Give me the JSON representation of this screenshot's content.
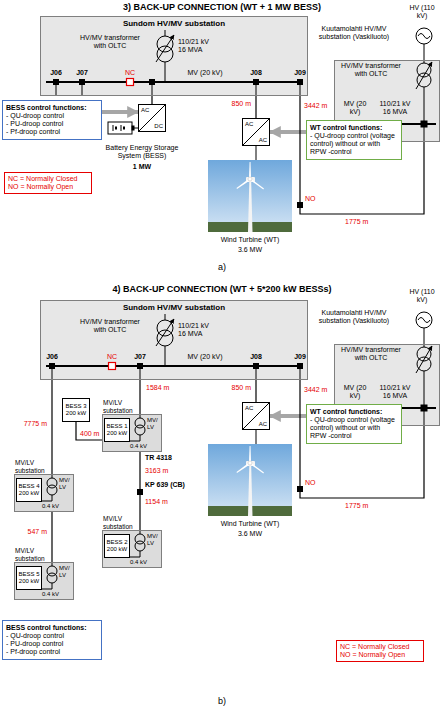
{
  "diagram": {
    "nodes": [
      {
        "text": [
          "Sundom HV/MV substation"
        ]
      },
      {
        "text": [
          "Kuutamolahti HV/MV substation (Vaskiluoto)"
        ]
      },
      {
        "text": [
          "BESS control functions:",
          "- QU-droop control",
          "- PU-droop control",
          "- Pf-droop control"
        ]
      },
      {
        "text": [
          "AC",
          "DC"
        ]
      },
      {
        "text": [
          "AC",
          "AC"
        ]
      },
      {
        "text": [
          "WT control functions:",
          "- QU-droop control (voltage control) without or with RPW -control"
        ]
      },
      {
        "text": [
          "NC = Normally Closed",
          "NO = Normally Open"
        ]
      },
      {
        "text": [
          "Sundom HV/MV substation"
        ]
      },
      {
        "text": [
          "Kuutamolahti HV/MV substation (Vaskiluoto)"
        ]
      },
      {
        "text": [
          "MV/LV substation"
        ]
      },
      {
        "text": [
          "BESS 4",
          "200 kW"
        ],
        "in": 9
      },
      {
        "text": [
          "MV/LV substation"
        ]
      },
      {
        "text": [
          "BESS 5",
          "200 kW"
        ],
        "in": 11
      },
      {
        "text": [
          "MV/LV substation"
        ]
      },
      {
        "text": [
          "BESS 1",
          "200 kW"
        ],
        "in": 13
      },
      {
        "text": [
          "BESS 3",
          "200 kW"
        ]
      },
      {
        "text": [
          "MV/LV substation"
        ]
      },
      {
        "text": [
          "BESS 2",
          "200 kW"
        ],
        "in": 16
      },
      {
        "text": [
          "AC",
          "AC"
        ]
      },
      {
        "text": [
          "WT control functions:",
          "- QU-droop control (voltage control) without or with RPW -control"
        ]
      },
      {
        "text": [
          "BESS control functions:",
          "- QU-droop control",
          "- PU-droop control",
          "- Pf-droop control"
        ]
      },
      {
        "text": [
          "NC = Normally Closed",
          "NO = Normally Open"
        ]
      }
    ],
    "edges": [
      {
        "from": 0,
        "to": 3,
        "arrow": "none"
      },
      {
        "from": 2,
        "to": 3,
        "arrow": "to"
      },
      {
        "from": 0,
        "to": 4,
        "arrow": "none",
        "label": "850 m"
      },
      {
        "from": 5,
        "to": 4,
        "arrow": "to"
      },
      {
        "from": 0,
        "to": 1,
        "arrow": "none"
      },
      {
        "from": 7,
        "to": 18,
        "arrow": "none",
        "label": "850 m"
      },
      {
        "from": 19,
        "to": 18,
        "arrow": "to"
      },
      {
        "from": 7,
        "to": 8,
        "arrow": "none"
      },
      {
        "from": 7,
        "to": 9,
        "arrow": "none",
        "label": "7775 m"
      },
      {
        "from": 9,
        "to": 11,
        "arrow": "none",
        "label": "547 m"
      },
      {
        "from": 7,
        "to": 13,
        "arrow": "none",
        "label": "1584 m"
      },
      {
        "from": 13,
        "to": 15,
        "arrow": "none",
        "label": "400 m"
      },
      {
        "from": 13,
        "to": 16,
        "arrow": "none"
      }
    ],
    "labels": [
      "3) BACK-UP CONNECTION (WT + 1 MW BESS)",
      "HV/MV transformer with OLTC",
      "110/21 kV 16 MVA",
      "J06",
      "J07",
      "NC",
      "MV (20 kV)",
      "J08",
      "J09",
      "HV (110 kV)",
      "HV/MV transformer with OLTC",
      "MV (20 kV)",
      "110/21 kV 16 MVA",
      "Battery Energy Storage System (BESS)",
      "1 MW",
      "3442 m",
      "NO",
      "1775 m",
      "Wind Turbine (WT)",
      "3.6 MW",
      "a)",
      "4) BACK-UP CONNECTION (WT + 5*200 kW BESSs)",
      "HV/MV transformer with OLTC",
      "110/21 kV 16 MVA",
      "J06",
      "NC",
      "J07",
      "MV (20 kV)",
      "J08",
      "J09",
      "HV (110 kV)",
      "HV/MV transformer with OLTC",
      "MV (20 kV)",
      "110/21 kV 16 MVA",
      "TR 4318",
      "3163 m",
      "KP 639 (CB)",
      "1154 m",
      "MV/ LV",
      "0.4 kV",
      "MV/ LV",
      "0.4 kV",
      "MV/ LV",
      "0.4 kV",
      "MV/ LV",
      "0.4 kV",
      "3442 m",
      "NO",
      "1775 m",
      "Wind Turbine (WT)",
      "3.6 MW",
      "b)"
    ]
  }
}
